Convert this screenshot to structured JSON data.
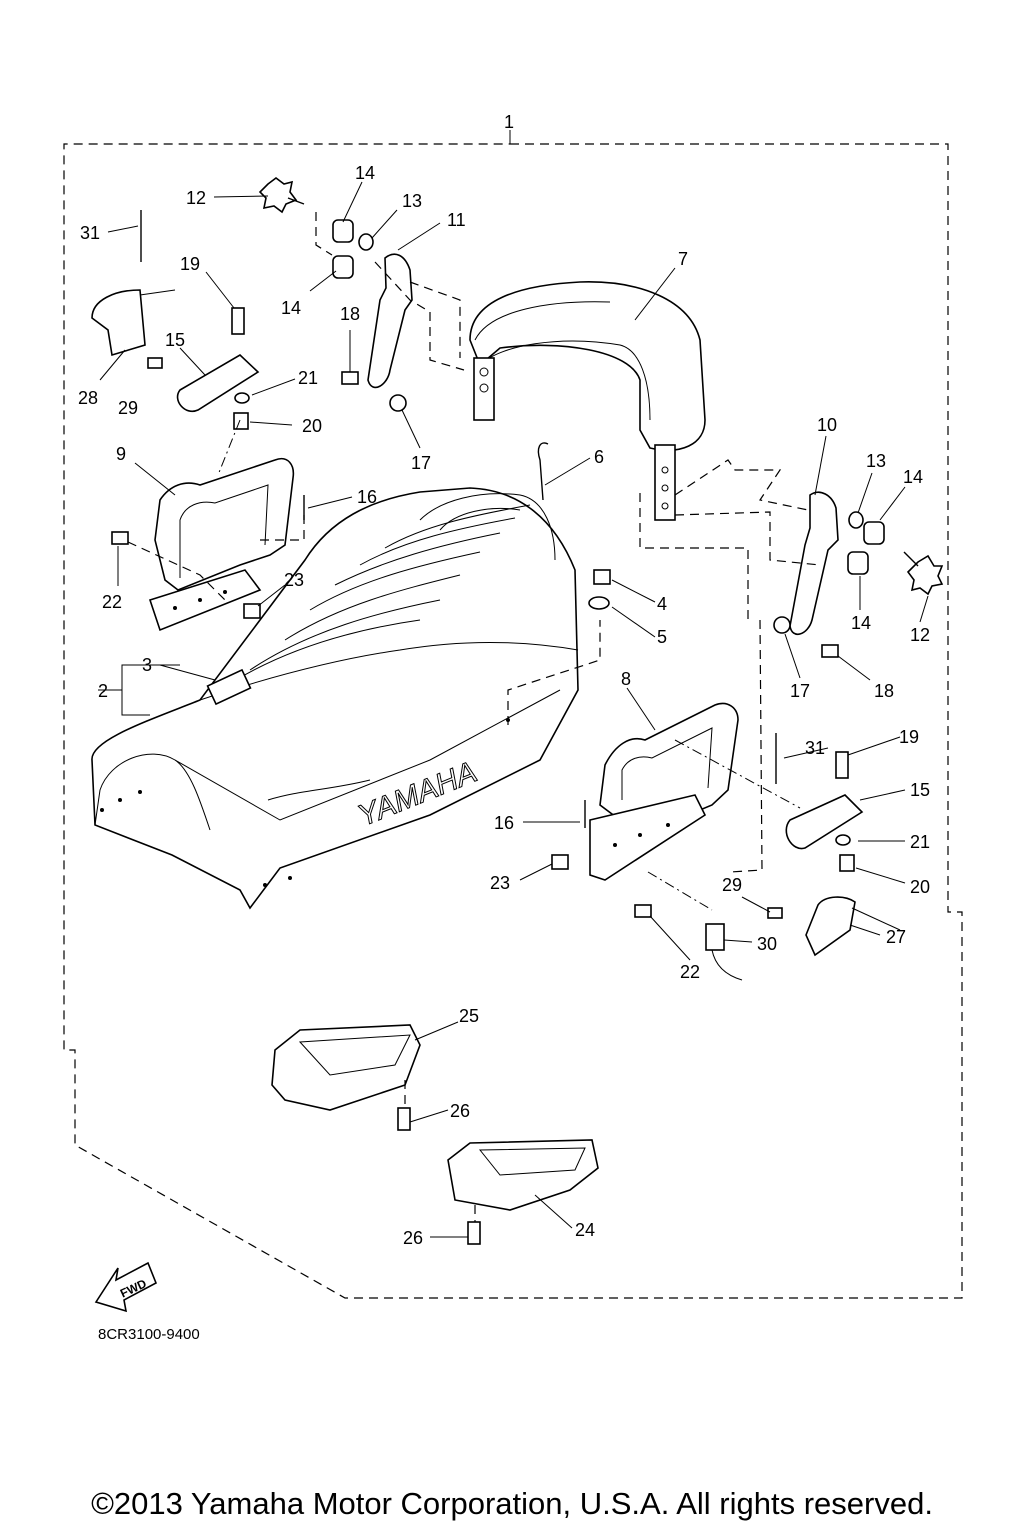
{
  "diagram_code": "8CR3100-9400",
  "direction_label": "FWD",
  "brand_mark": "YAMAHA",
  "copyright": "©2013 Yamaha Motor Corporation, U.S.A. All rights reserved.",
  "callouts": {
    "c1": "1",
    "c2": "2",
    "c3": "3",
    "c4": "4",
    "c5": "5",
    "c6": "6",
    "c7": "7",
    "c8": "8",
    "c9": "9",
    "c10": "10",
    "c11": "11",
    "c12a": "12",
    "c12b": "12",
    "c13a": "13",
    "c13b": "13",
    "c14a": "14",
    "c14b": "14",
    "c14c": "14",
    "c14d": "14",
    "c15a": "15",
    "c15b": "15",
    "c16a": "16",
    "c16b": "16",
    "c17a": "17",
    "c17b": "17",
    "c18a": "18",
    "c18b": "18",
    "c19a": "19",
    "c19b": "19",
    "c20a": "20",
    "c20b": "20",
    "c21a": "21",
    "c21b": "21",
    "c22a": "22",
    "c22b": "22",
    "c23a": "23",
    "c23b": "23",
    "c24": "24",
    "c25": "25",
    "c26a": "26",
    "c26b": "26",
    "c27": "27",
    "c28": "28",
    "c29a": "29",
    "c29b": "29",
    "c30": "30",
    "c31a": "31",
    "c31b": "31"
  }
}
